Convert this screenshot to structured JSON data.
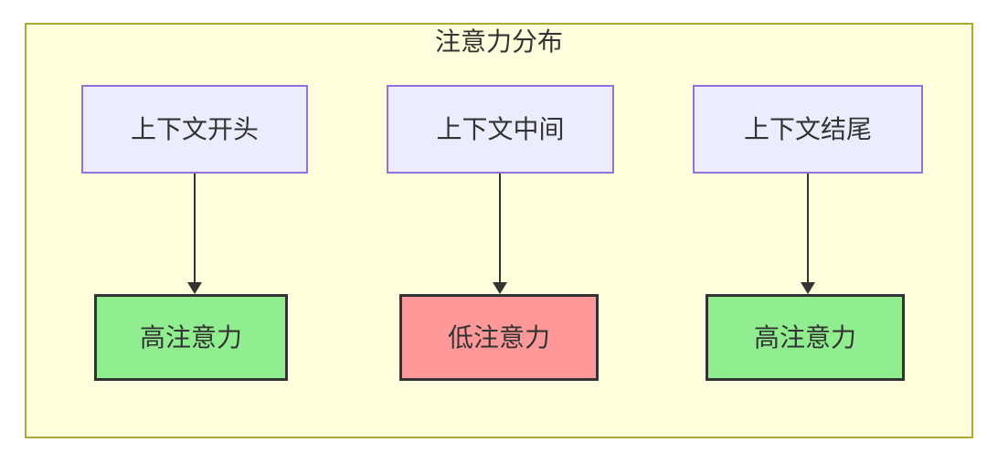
{
  "diagram": {
    "title": "注意力分布",
    "columns": [
      {
        "source": "上下文开头",
        "target": "高注意力",
        "attention": "high"
      },
      {
        "source": "上下文中间",
        "target": "低注意力",
        "attention": "low"
      },
      {
        "source": "上下文结尾",
        "target": "高注意力",
        "attention": "high"
      }
    ],
    "colors": {
      "container_bg": "#ffffde",
      "container_border": "#aaaa33",
      "source_bg": "#ececff",
      "source_border": "#9370db",
      "high_bg": "#90ee90",
      "low_bg": "#ff9999",
      "target_border": "#333333",
      "arrow": "#333333",
      "text": "#333333"
    }
  }
}
